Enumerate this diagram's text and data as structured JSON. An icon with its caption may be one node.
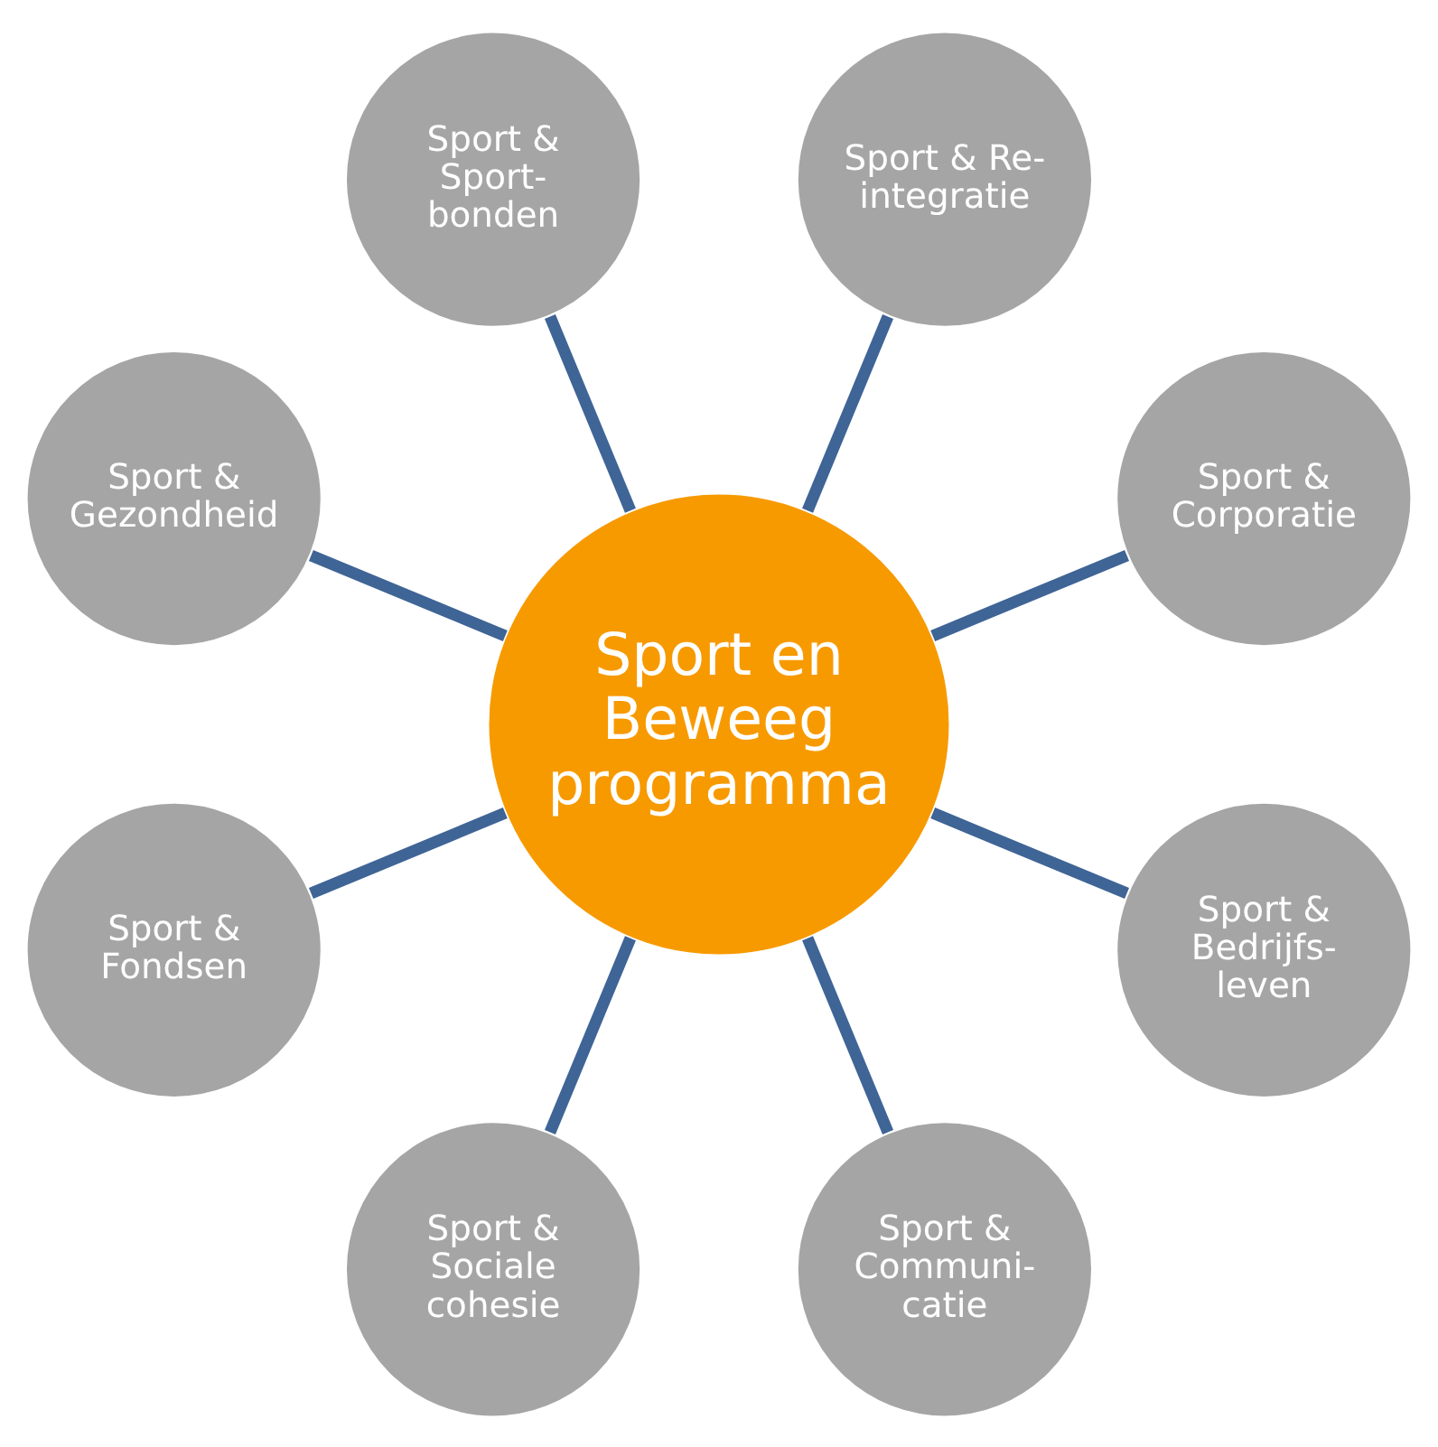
{
  "diagram": {
    "nodes": [
      {
        "text": [
          "Sport en Beweeg programma"
        ]
      },
      {
        "text": [
          "Sport & Corporatie"
        ]
      },
      {
        "text": [
          "Sport & Re- integratie"
        ]
      },
      {
        "text": [
          "Sport & Sport- bonden"
        ]
      },
      {
        "text": [
          "Sport & Gezondheid"
        ]
      },
      {
        "text": [
          "Sport & Fondsen"
        ]
      },
      {
        "text": [
          "Sport & Sociale cohesie"
        ]
      },
      {
        "text": [
          "Sport & Communi- catie"
        ]
      },
      {
        "text": [
          "Sport & Bedrijfs- leven"
        ]
      }
    ],
    "edges": [
      {
        "from": 0,
        "to": 1,
        "arrow": "none"
      },
      {
        "from": 0,
        "to": 2,
        "arrow": "none"
      },
      {
        "from": 0,
        "to": 3,
        "arrow": "none"
      },
      {
        "from": 0,
        "to": 4,
        "arrow": "none"
      },
      {
        "from": 0,
        "to": 5,
        "arrow": "none"
      },
      {
        "from": 0,
        "to": 6,
        "arrow": "none"
      },
      {
        "from": 0,
        "to": 7,
        "arrow": "none"
      },
      {
        "from": 0,
        "to": 8,
        "arrow": "none"
      }
    ]
  }
}
